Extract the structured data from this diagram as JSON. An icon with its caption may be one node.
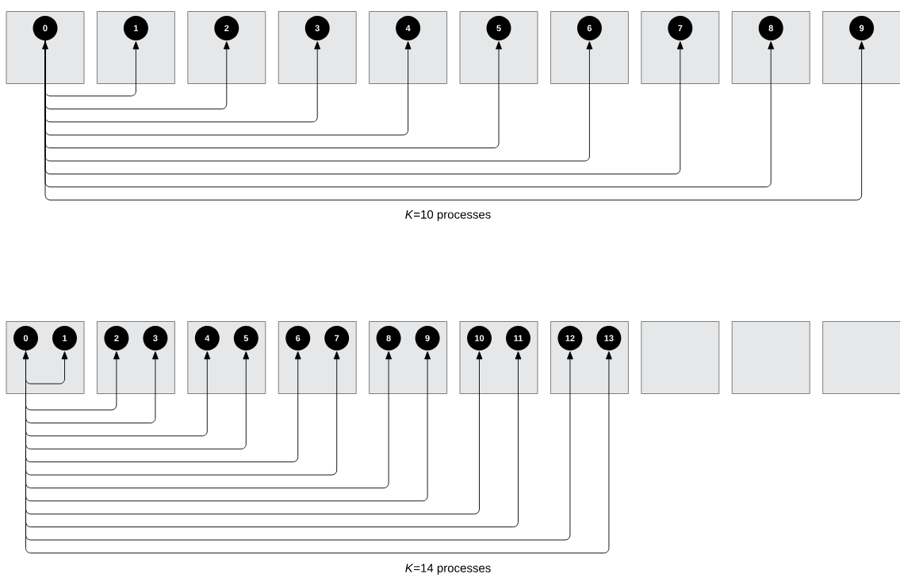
{
  "diagram": {
    "nodes": [
      {
        "text": [],
        "shape": "box"
      },
      {
        "text": [
          "0"
        ],
        "in": 0
      },
      {
        "text": [],
        "shape": "box"
      },
      {
        "text": [
          "1"
        ],
        "in": 2
      },
      {
        "text": [],
        "shape": "box"
      },
      {
        "text": [
          "2"
        ],
        "in": 4
      },
      {
        "text": [],
        "shape": "box"
      },
      {
        "text": [
          "3"
        ],
        "in": 6
      },
      {
        "text": [],
        "shape": "box"
      },
      {
        "text": [
          "4"
        ],
        "in": 8
      },
      {
        "text": [],
        "shape": "box"
      },
      {
        "text": [
          "5"
        ],
        "in": 10
      },
      {
        "text": [],
        "shape": "box"
      },
      {
        "text": [
          "6"
        ],
        "in": 12
      },
      {
        "text": [],
        "shape": "box"
      },
      {
        "text": [
          "7"
        ],
        "in": 14
      },
      {
        "text": [],
        "shape": "box"
      },
      {
        "text": [
          "8"
        ],
        "in": 16
      },
      {
        "text": [],
        "shape": "box"
      },
      {
        "text": [
          "9"
        ],
        "in": 18
      },
      {
        "text": [],
        "shape": "box"
      },
      {
        "text": [
          "0"
        ],
        "in": 20
      },
      {
        "text": [
          "1"
        ],
        "in": 20
      },
      {
        "text": [],
        "shape": "box"
      },
      {
        "text": [
          "2"
        ],
        "in": 23
      },
      {
        "text": [
          "3"
        ],
        "in": 23
      },
      {
        "text": [],
        "shape": "box"
      },
      {
        "text": [
          "4"
        ],
        "in": 26
      },
      {
        "text": [
          "5"
        ],
        "in": 26
      },
      {
        "text": [],
        "shape": "box"
      },
      {
        "text": [
          "6"
        ],
        "in": 29
      },
      {
        "text": [
          "7"
        ],
        "in": 29
      },
      {
        "text": [],
        "shape": "box"
      },
      {
        "text": [
          "8"
        ],
        "in": 32
      },
      {
        "text": [
          "9"
        ],
        "in": 32
      },
      {
        "text": [],
        "shape": "box"
      },
      {
        "text": [
          "10"
        ],
        "in": 35
      },
      {
        "text": [
          "11"
        ],
        "in": 35
      },
      {
        "text": [],
        "shape": "box"
      },
      {
        "text": [
          "12"
        ],
        "in": 38
      },
      {
        "text": [
          "13"
        ],
        "in": 38
      },
      {
        "text": [],
        "shape": "box"
      },
      {
        "text": [],
        "shape": "box"
      },
      {
        "text": [],
        "shape": "box"
      }
    ],
    "edges": [
      {
        "from": 1,
        "to": 3,
        "arrow": "both"
      },
      {
        "from": 1,
        "to": 5,
        "arrow": "to"
      },
      {
        "from": 1,
        "to": 7,
        "arrow": "to"
      },
      {
        "from": 1,
        "to": 9,
        "arrow": "to"
      },
      {
        "from": 1,
        "to": 11,
        "arrow": "to"
      },
      {
        "from": 1,
        "to": 13,
        "arrow": "to"
      },
      {
        "from": 1,
        "to": 15,
        "arrow": "to"
      },
      {
        "from": 1,
        "to": 17,
        "arrow": "to"
      },
      {
        "from": 1,
        "to": 19,
        "arrow": "to"
      },
      {
        "from": 21,
        "to": 22,
        "arrow": "both"
      },
      {
        "from": 21,
        "to": 24,
        "arrow": "to"
      },
      {
        "from": 21,
        "to": 25,
        "arrow": "to"
      },
      {
        "from": 21,
        "to": 27,
        "arrow": "to"
      },
      {
        "from": 21,
        "to": 28,
        "arrow": "to"
      },
      {
        "from": 21,
        "to": 30,
        "arrow": "to"
      },
      {
        "from": 21,
        "to": 31,
        "arrow": "to"
      },
      {
        "from": 21,
        "to": 33,
        "arrow": "to"
      },
      {
        "from": 21,
        "to": 34,
        "arrow": "to"
      },
      {
        "from": 21,
        "to": 36,
        "arrow": "to"
      },
      {
        "from": 21,
        "to": 37,
        "arrow": "to"
      },
      {
        "from": 21,
        "to": 39,
        "arrow": "to"
      },
      {
        "from": 21,
        "to": 40,
        "arrow": "to"
      }
    ],
    "labels": [
      "*K*=10 processes",
      "*K*=14 processes"
    ]
  }
}
